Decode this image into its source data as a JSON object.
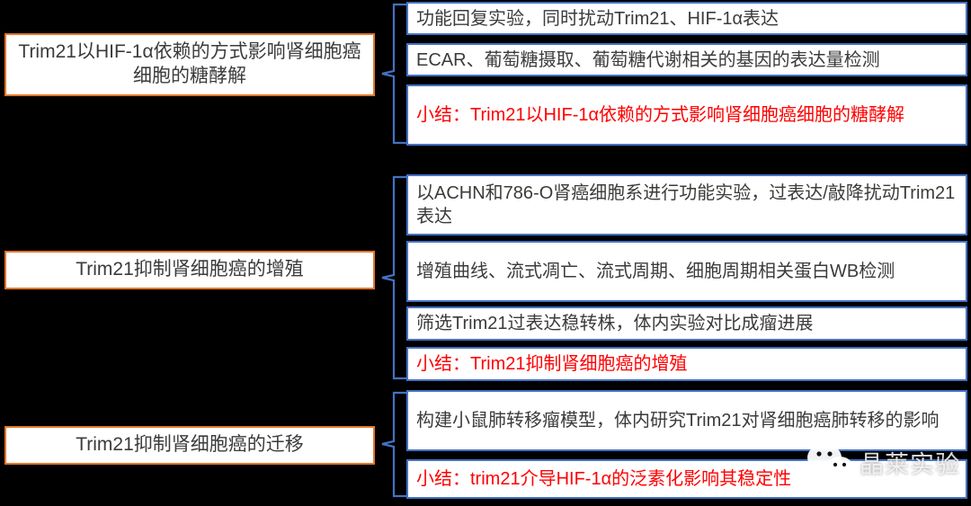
{
  "canvas": {
    "background_color": "#000000",
    "topic_border_color": "#e3762a",
    "detail_border_color": "#4472c4",
    "summary_text_color": "#ff0000",
    "body_text_color": "#3b3b3b",
    "brace_color": "#4472c4"
  },
  "groups": [
    {
      "topic": "Trim21以HIF-1α依赖的方式影响肾细胞癌细胞的糖酵解",
      "details": [
        {
          "text": "功能回复实验，同时扰动Trim21、HIF-1α表达",
          "is_summary": false
        },
        {
          "text": "ECAR、葡萄糖摄取、葡萄糖代谢相关的基因的表达量检测",
          "is_summary": false
        },
        {
          "text": "小结：Trim21以HIF-1α依赖的方式影响肾细胞癌细胞的糖酵解",
          "is_summary": true
        }
      ]
    },
    {
      "topic": "Trim21抑制肾细胞癌的增殖",
      "details": [
        {
          "text": "以ACHN和786-O肾癌细胞系进行功能实验，过表达/敲降扰动Trim21表达",
          "is_summary": false
        },
        {
          "text": "增殖曲线、流式凋亡、流式周期、细胞周期相关蛋白WB检测",
          "is_summary": false
        },
        {
          "text": "筛选Trim21过表达稳转株，体内实验对比成瘤进展",
          "is_summary": false
        },
        {
          "text": "小结：Trim21抑制肾细胞癌的增殖",
          "is_summary": true
        }
      ]
    },
    {
      "topic": "Trim21抑制肾细胞癌的迁移",
      "details": [
        {
          "text": "构建小鼠肺转移瘤模型，体内研究Trim21对肾细胞癌肺转移的影响",
          "is_summary": false
        },
        {
          "text": "小结：trim21介导HIF-1α的泛素化影响其稳定性",
          "is_summary": true
        }
      ]
    }
  ],
  "watermark": {
    "icon": "wechat-icon",
    "text": "晶莱实验"
  }
}
